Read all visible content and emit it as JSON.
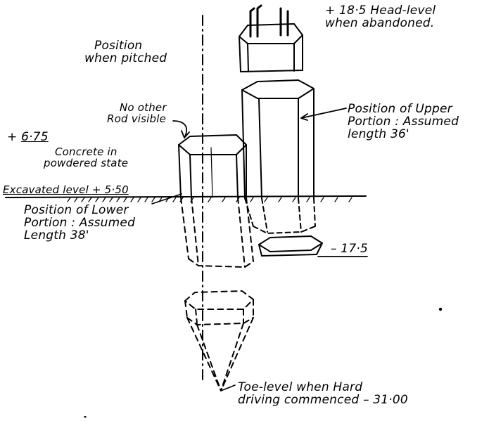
{
  "labels": {
    "head_level": [
      "+ 18·5 Head-level",
      "when abandoned."
    ],
    "position_pitched": [
      "Position",
      "when pitched"
    ],
    "upper_portion": [
      "Position of Upper",
      "Portion : Assumed",
      "length 36'"
    ],
    "no_other_rod": [
      "No other",
      "Rod visible"
    ],
    "plus_675_prefix": "+",
    "plus_675_value": "6·75",
    "concrete_state": [
      "Concrete in",
      "powdered state"
    ],
    "excavated_level": "Excavated level + 5·50",
    "lower_portion": [
      "Position of Lower",
      "Portion : Assumed",
      "Length 38'"
    ],
    "minus_175": "– 17·5",
    "toe_level": [
      "Toe-level when Hard",
      "driving commenced – 31·00"
    ]
  },
  "colors": {
    "ink": "#000000",
    "paper": "#ffffff"
  }
}
